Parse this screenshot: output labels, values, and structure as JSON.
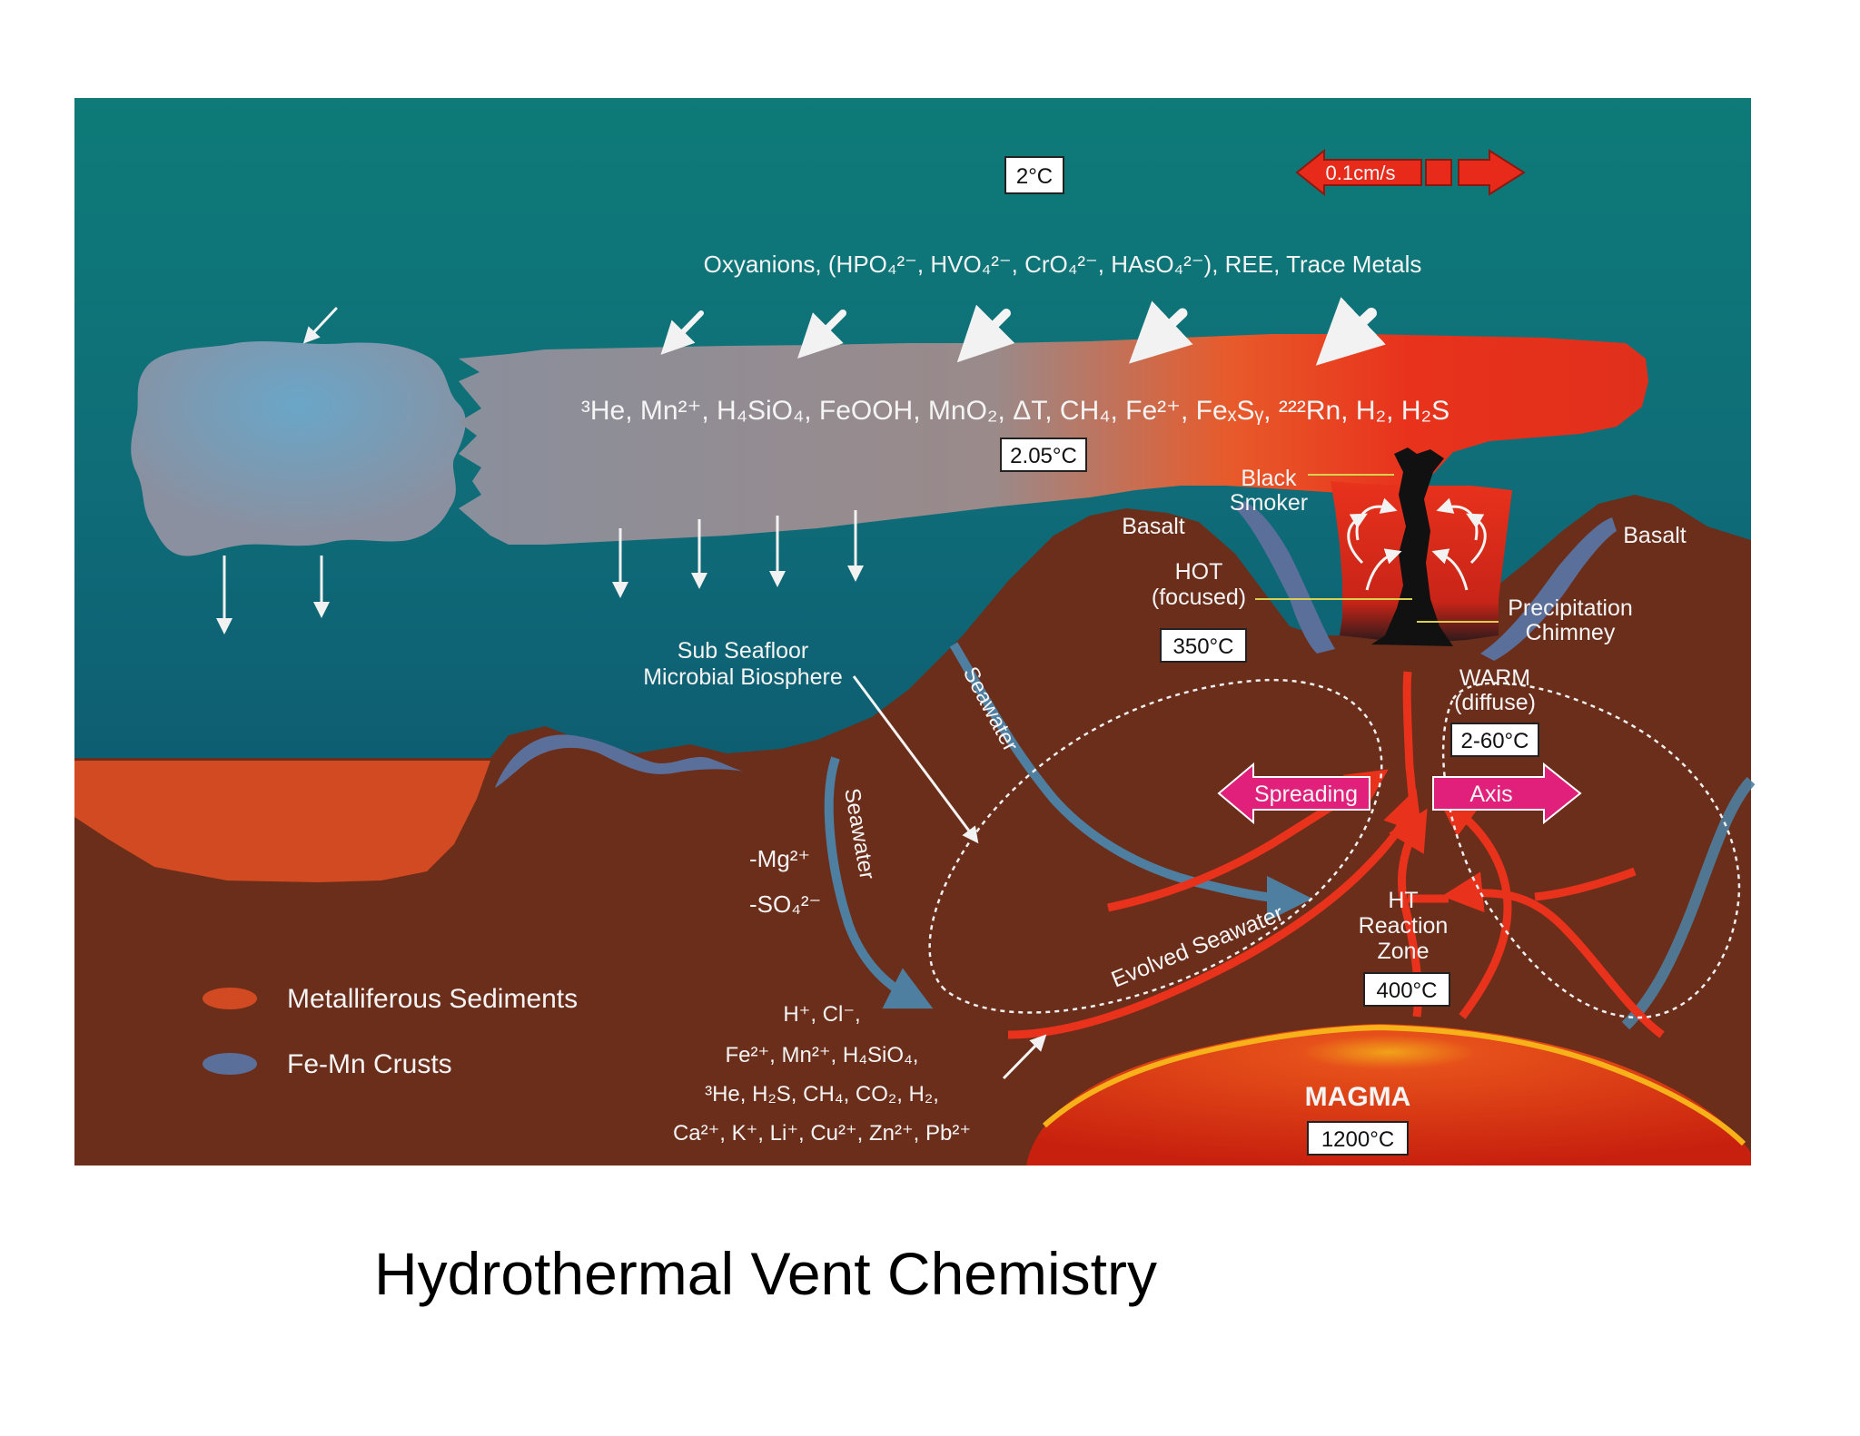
{
  "caption": "Hydrothermal Vent Chemistry",
  "labels": {
    "bottom_temp": "2°C",
    "velocity": "0.1cm/s",
    "oxyanions": "Oxyanions, (HPO₄²⁻, HVO₄²⁻, CrO₄²⁻, HAsO₄²⁻), REE, Trace Metals",
    "plume_species": "³He, Mn²⁺, H₄SiO₄, FeOOH, MnO₂, ΔT, CH₄, Fe²⁺, FeₓSᵧ, ²²²Rn, H₂, H₂S",
    "plume_temp": "2.05°C",
    "black_smoker_1": "Black",
    "black_smoker_2": "Smoker",
    "basalt_left": "Basalt",
    "basalt_right": "Basalt",
    "hot_1": "HOT",
    "hot_2": "(focused)",
    "hot_temp": "350°C",
    "precip_1": "Precipitation",
    "precip_2": "Chimney",
    "warm_1": "WARM",
    "warm_2": "(diffuse)",
    "warm_temp": "2-60°C",
    "subsea_1": "Sub Seafloor",
    "subsea_2": "Microbial Biosphere",
    "seawater_a": "Seawater",
    "seawater_b": "Seawater",
    "spreading": "Spreading",
    "axis": "Axis",
    "mg_loss": "-Mg²⁺",
    "so4_loss": "-SO₄²⁻",
    "ht_1": "HT",
    "ht_2": "Reaction",
    "ht_3": "Zone",
    "ht_temp": "400°C",
    "evolved": "Evolved Seawater",
    "vent_species_1": "H⁺, Cl⁻,",
    "vent_species_2": "Fe²⁺, Mn²⁺, H₄SiO₄,",
    "vent_species_3": "³He, H₂S, CH₄, CO₂, H₂,",
    "vent_species_4": "Ca²⁺, K⁺, Li⁺, Cu²⁺, Zn²⁺, Pb²⁺",
    "magma": "MAGMA",
    "magma_temp": "1200°C",
    "legend_sediments": "Metalliferous Sediments",
    "legend_crusts": "Fe-Mn Crusts"
  },
  "colors": {
    "ocean_top": "#0e7b78",
    "ocean_deep": "#0b4f6e",
    "crust": "#6b2e1a",
    "plume_grey": "#8a8f9c",
    "plume_red": "#e8321c",
    "magma": "#d8260f",
    "sediment": "#d24a22",
    "fe_mn": "#5a6f9a",
    "pink": "#e0207a"
  }
}
